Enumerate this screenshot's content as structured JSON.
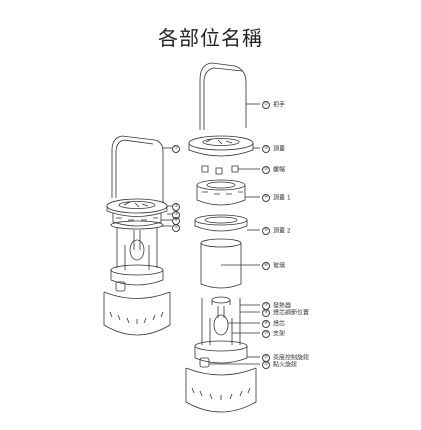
{
  "page": {
    "title": "各部位名稱"
  },
  "parts": [
    {
      "num": "①",
      "label": "把手"
    },
    {
      "num": "②",
      "label": "頂蓋"
    },
    {
      "num": "③",
      "label": "螺帽"
    },
    {
      "num": "④",
      "label": "頂蓋 1"
    },
    {
      "num": "⑤",
      "label": "頂蓋 2"
    },
    {
      "num": "⑥",
      "label": "玻璃"
    },
    {
      "num": "⑦",
      "label": "發熱器"
    },
    {
      "num": "⑧",
      "label": "燈芯調節位置"
    },
    {
      "num": "⑨",
      "label": "燈芯"
    },
    {
      "num": "⑩",
      "label": "支架"
    },
    {
      "num": "⑪",
      "label": "亮度控制旋鈕"
    },
    {
      "num": "⑫",
      "label": "點火旋鈕"
    }
  ],
  "left_numbers": [
    "①",
    "②",
    "③",
    "④",
    "⑤"
  ]
}
